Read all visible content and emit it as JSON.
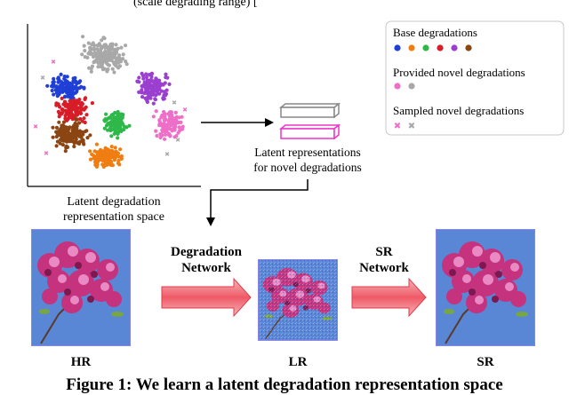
{
  "header_fragment": "(scale degrading range) [",
  "scatter": {
    "caption_line1": "Latent degradation",
    "caption_line2": "representation space"
  },
  "legend": {
    "base_title": "Base degradations",
    "base_colors": [
      "#1f3fd6",
      "#f07d12",
      "#2fb84a",
      "#d71d28",
      "#9a3fd0",
      "#8b4513"
    ],
    "provided_title": "Provided novel degradations",
    "provided_colors": [
      "#ee6fc8",
      "#a8a8a8"
    ],
    "sampled_title": "Sampled novel degradations",
    "sampled_colors": [
      "#ee6fc8",
      "#a8a8a8"
    ],
    "sampled_marker": "✖"
  },
  "latent": {
    "line1": "Latent representations",
    "line2": "for novel degradations",
    "bar_colors": [
      "#888888",
      "#ee33cc"
    ]
  },
  "pipeline": {
    "degradation_label_line1": "Degradation",
    "degradation_label_line2": "Network",
    "sr_label_line1": "SR",
    "sr_label_line2": "Network",
    "hr_label": "HR",
    "lr_label": "LR",
    "sr_label": "SR"
  },
  "caption": "Figure 1: We learn a latent degradation representation space",
  "colors": {
    "frame": "#8a86e8",
    "arrow_fill": "#ee5a68",
    "sky": "#5a86d6",
    "petal": "#c5327e"
  }
}
